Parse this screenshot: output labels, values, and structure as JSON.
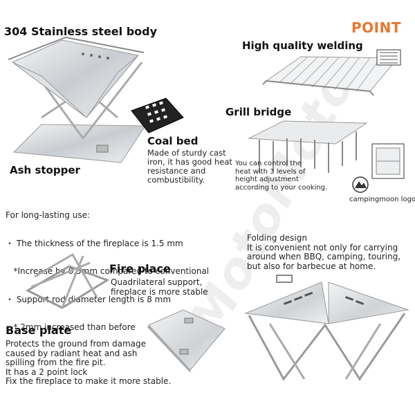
{
  "header": {
    "title": "304 Stainless steel body",
    "point": "POINT"
  },
  "sections": {
    "welding": {
      "title": "High quality welding"
    },
    "grill_bridge": {
      "title": "Grill bridge"
    },
    "coal_bed": {
      "title": "Coal bed",
      "lines": [
        "Made of sturdy cast",
        "iron, it has good heat",
        "resistance and",
        "combustibility."
      ]
    },
    "ash_stopper": {
      "title": "Ash stopper"
    },
    "height_note": {
      "lines": [
        "You can control the",
        "heat with 3 levels of",
        "height adjustment",
        "according to your cooking."
      ]
    },
    "logo_note": "campingmoon logo",
    "long_lasting": {
      "intro": "For long-lasting use:",
      "lines": [
        "・ The thickness of the fireplace is 1.5 mm",
        "   *Increase by 0.5mm compared to conventional",
        "・ Support rod diameter length is 8 mm",
        "   * 2mm increased than before"
      ]
    },
    "folding": {
      "lines": [
        "Folding design",
        "It is convenient not only for carrying",
        "around when BBQ, camping, touring,",
        "but also for barbecue at home."
      ]
    },
    "fire_place": {
      "title": "Fire place",
      "lines": [
        "Quadrilateral support,",
        "fireplace is more stable"
      ]
    },
    "base_plate": {
      "title": "Base plate",
      "lines": [
        "Protects the ground from damage",
        "caused by radiant heat and ash",
        "spilling from the fire pit.",
        "It has a 2 point lock",
        "Fix the fireplace to make it more stable."
      ]
    }
  },
  "watermark": "MotoMoto",
  "colors": {
    "point": "#e8772e",
    "steel_light": "#e6e8ea",
    "steel_dark": "#8a8f95"
  }
}
